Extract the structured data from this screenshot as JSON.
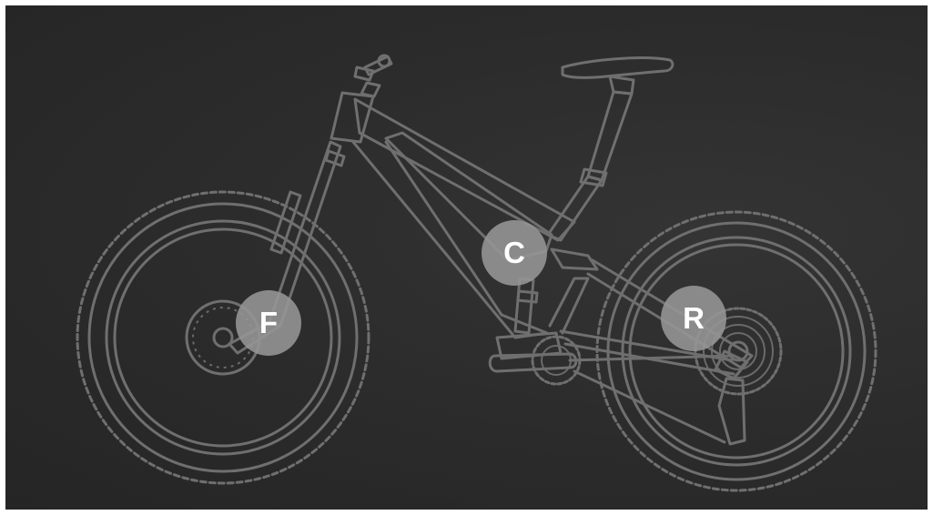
{
  "hotspots": {
    "chainring": {
      "label": "C"
    },
    "front": {
      "label": "F"
    },
    "rear": {
      "label": "R"
    }
  },
  "colors": {
    "background": "#2b2b2b",
    "line_art": "#6f6f6f",
    "hotspot_fill": "#969696",
    "hotspot_text": "#ffffff"
  },
  "illustration": "mountain-bike-line-art"
}
